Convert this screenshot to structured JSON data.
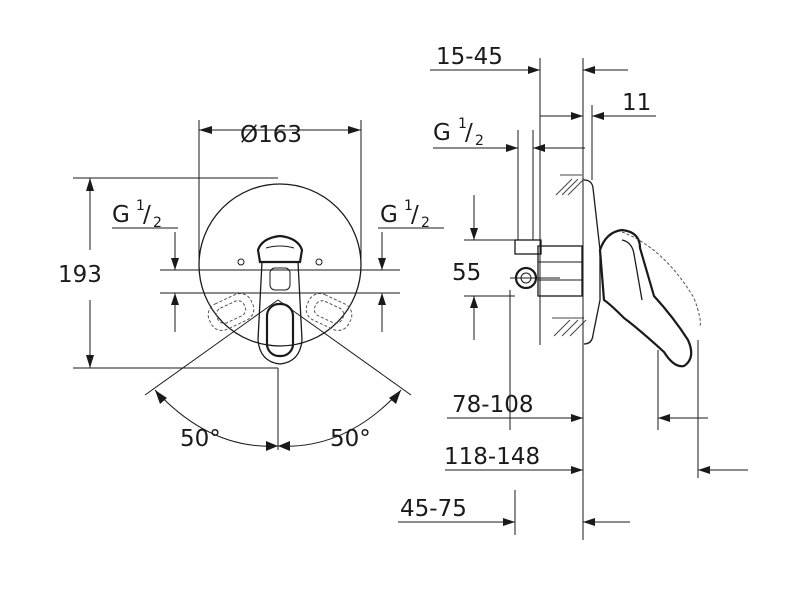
{
  "front_view": {
    "diameter_label": "Ø163",
    "height_label": "193",
    "thread_left": {
      "letter": "G",
      "numerator": "1",
      "denominator": "2"
    },
    "thread_right": {
      "letter": "G",
      "numerator": "1",
      "denominator": "2"
    },
    "angle_left": "50°",
    "angle_right": "50°"
  },
  "side_view": {
    "dim_top": "15-45",
    "dim_flange": "11",
    "dim_inlet": "55",
    "thread": {
      "letter": "G",
      "numerator": "1",
      "denominator": "2"
    },
    "dim_78_108": "78-108",
    "dim_118_148": "118-148",
    "dim_45_75": "45-75"
  }
}
